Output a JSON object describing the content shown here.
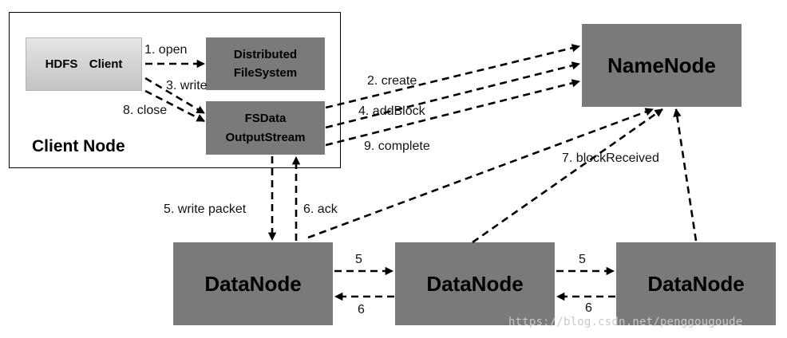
{
  "client_node": {
    "title": "Client Node",
    "hdfs_client": "HDFS  Client",
    "distributed_filesystem": "Distributed\nFileSystem",
    "fsdata_outputstream": "FSData\nOutputStream"
  },
  "namenode": {
    "label": "NameNode"
  },
  "datanodes": [
    {
      "label": "DataNode"
    },
    {
      "label": "DataNode"
    },
    {
      "label": "DataNode"
    }
  ],
  "steps": {
    "open": "1. open",
    "create": "2. create",
    "write": "3. write",
    "add_block": "4. addBlock",
    "write_packet": "5. write packet",
    "ack": "6. ack",
    "block_received": "7. blockReceived",
    "close": "8. close",
    "complete": "9. complete",
    "pipeline_forward_1": "5",
    "pipeline_back_1": "6",
    "pipeline_forward_2": "5",
    "pipeline_back_2": "6"
  },
  "watermark": "https://blog.csdn.net/penggougoude",
  "colors": {
    "box_fill": "#7a7a7a",
    "client_fill_top": "#e5e5e5",
    "client_fill_bottom": "#c3c3c3",
    "arrow": "#000000"
  }
}
